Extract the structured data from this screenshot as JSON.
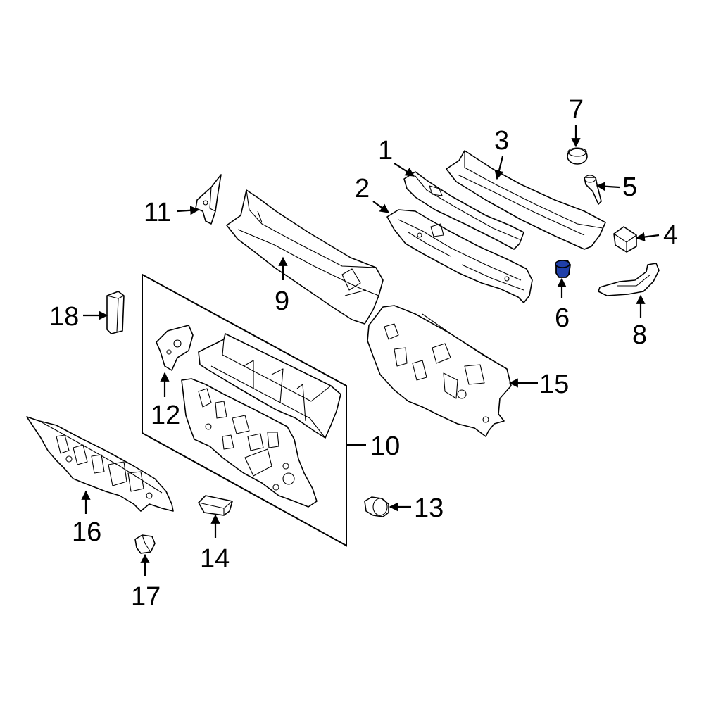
{
  "diagram": {
    "highlight_color": "#1f3fa8",
    "highlighted_callout": "6",
    "callouts": [
      {
        "id": "c1",
        "text": "1"
      },
      {
        "id": "c2",
        "text": "2"
      },
      {
        "id": "c3",
        "text": "3"
      },
      {
        "id": "c4",
        "text": "4"
      },
      {
        "id": "c5",
        "text": "5"
      },
      {
        "id": "c6",
        "text": "6"
      },
      {
        "id": "c7",
        "text": "7"
      },
      {
        "id": "c8",
        "text": "8"
      },
      {
        "id": "c9",
        "text": "9"
      },
      {
        "id": "c10",
        "text": "10"
      },
      {
        "id": "c11",
        "text": "11"
      },
      {
        "id": "c12",
        "text": "12"
      },
      {
        "id": "c13",
        "text": "13"
      },
      {
        "id": "c14",
        "text": "14"
      },
      {
        "id": "c15",
        "text": "15"
      },
      {
        "id": "c16",
        "text": "16"
      },
      {
        "id": "c17",
        "text": "17"
      },
      {
        "id": "c18",
        "text": "18"
      }
    ]
  }
}
